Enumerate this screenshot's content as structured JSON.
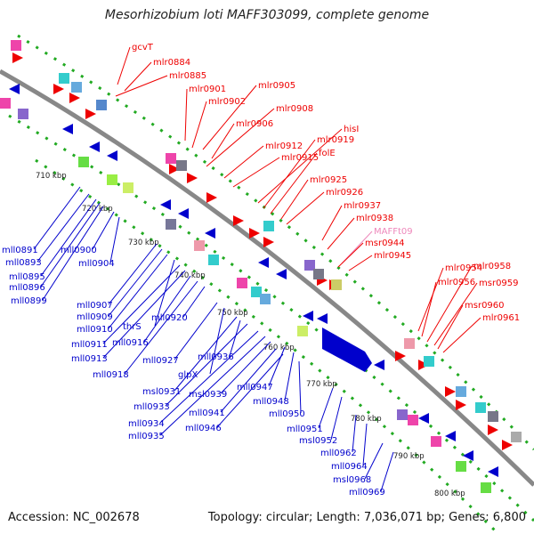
{
  "title": "Mesorhizobium loti MAFF303099, complete genome",
  "footer": {
    "accession": "Accession: NC_002678",
    "topology": "Topology: circular; Length: 7,036,071 bp; Genes: 6,800"
  },
  "colors": {
    "forward": "#ee0000",
    "reverse": "#0000cc",
    "trna": "#ee88bb",
    "backbone": "#888888",
    "dots": "#22aa22"
  },
  "scale_labels": [
    "710 kbp",
    "720 kbp",
    "730 kbp",
    "740 kbp",
    "750 kbp",
    "760 kbp",
    "770 kbp",
    "780 kbp",
    "790 kbp",
    "800 kbp"
  ],
  "forward_genes": [
    "gcvT",
    "mlr0884",
    "mlr0885",
    "mlr0901",
    "mlr0902",
    "mlr0905",
    "mlr0906",
    "mlr0908",
    "mlr0912",
    "mlr0915",
    "hisI",
    "mlr0919",
    "folE",
    "mlr0925",
    "mlr0926",
    "mlr0937",
    "mlr0938",
    "MAFFt09",
    "msr0944",
    "mlr0945",
    "mlr0954",
    "mlr0956",
    "mlr0958",
    "msr0959",
    "msr0960",
    "mlr0961"
  ],
  "reverse_genes": [
    "mll0891",
    "mll0893",
    "mll0895",
    "mll0896",
    "mll0899",
    "mll0900",
    "mll0904",
    "mll0907",
    "mll0909",
    "mll0910",
    "thrS",
    "mll0911",
    "mll0913",
    "mll0916",
    "mll0918",
    "mll0920",
    "mll0927",
    "glpX",
    "msl0931",
    "mll0933",
    "mll0934",
    "mll0935",
    "mll0936",
    "msl0939",
    "mll0941",
    "mll0946",
    "mll0947",
    "mll0948",
    "mll0950",
    "mll0951",
    "msl0952",
    "mll0962",
    "mll0964",
    "msl0968",
    "mll0969"
  ]
}
